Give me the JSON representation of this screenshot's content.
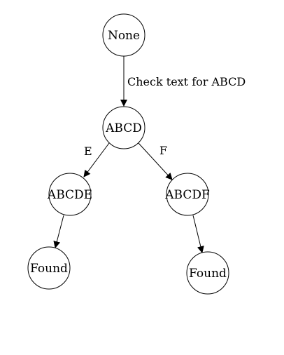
{
  "diagram": {
    "nodes": {
      "root": "None",
      "abcd": "ABCD",
      "abcde": "ABCDE",
      "abcdf": "ABCDF",
      "found_left": "Found",
      "found_right": "Found"
    },
    "edges": {
      "root_to_abcd": "Check text for ABCD",
      "abcd_to_abcde": "E",
      "abcd_to_abcdf": "F"
    }
  }
}
